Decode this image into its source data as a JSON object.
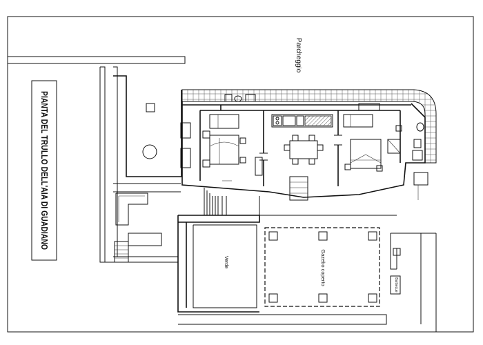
{
  "title": "PIANTA DEL TRULLO DELL'AIA DI GUADIANO",
  "labels": {
    "parking": "Parcheggio",
    "garden": "Verde",
    "gazebo": "Gazebo coperto",
    "barbecue": "Barbecue"
  }
}
